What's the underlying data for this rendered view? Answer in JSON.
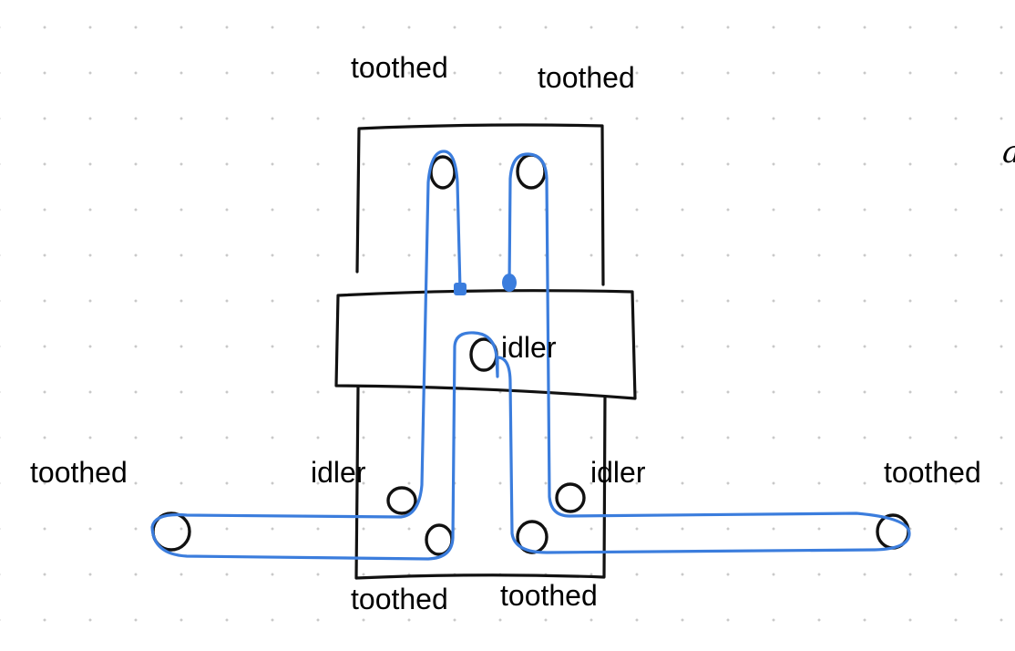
{
  "colors": {
    "belt": "#3b7ddd",
    "ink": "#111111",
    "grid_dot": "#c9c9c9",
    "background": "#ffffff"
  },
  "labels": {
    "top_left": "toothed",
    "top_right": "toothed",
    "center": "idler",
    "left_outer": "toothed",
    "left_inner": "idler",
    "right_inner": "idler",
    "right_outer": "toothed",
    "bottom_left": "toothed",
    "bottom_right": "toothed",
    "edge_fragment": "a"
  }
}
